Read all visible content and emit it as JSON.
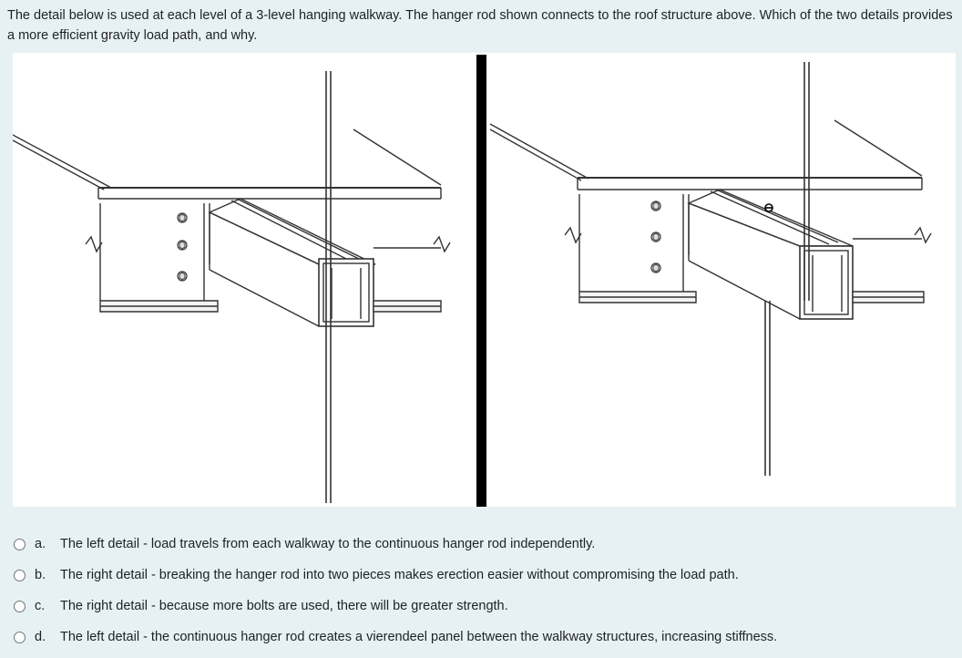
{
  "question": {
    "text": "The detail below is used at each level of a 3-level hanging walkway. The hanger rod shown connects to the roof structure above. Which of the two details provides a more efficient gravity load path, and why."
  },
  "figure": {
    "left_detail_name": "left-detail",
    "right_detail_name": "right-detail"
  },
  "answers": [
    {
      "letter": "a.",
      "text": "The left detail - load travels from each walkway to the continuous hanger rod independently."
    },
    {
      "letter": "b.",
      "text": "The right detail - breaking the hanger rod into two pieces makes erection easier without compromising the load path."
    },
    {
      "letter": "c.",
      "text": "The right detail - because more bolts are used, there will be greater strength."
    },
    {
      "letter": "d.",
      "text": "The left detail - the continuous hanger rod creates a vierendeel panel between the walkway structures, increasing stiffness."
    }
  ]
}
